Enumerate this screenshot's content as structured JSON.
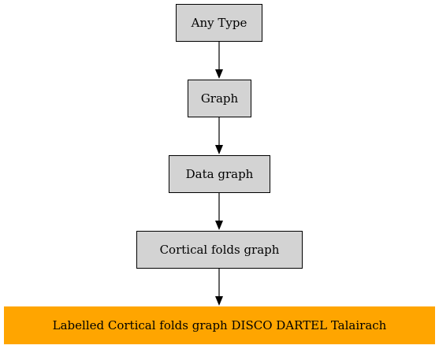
{
  "diagram": {
    "nodes": [
      {
        "id": "any_type",
        "label": "Any Type"
      },
      {
        "id": "graph",
        "label": "Graph"
      },
      {
        "id": "data_graph",
        "label": "Data graph"
      },
      {
        "id": "cortical_folds_graph",
        "label": "Cortical folds graph"
      },
      {
        "id": "labelled_cortical_folds_graph",
        "label": "Labelled Cortical folds graph DISCO DARTEL Talairach"
      }
    ],
    "edges": [
      {
        "from": "any_type",
        "to": "graph"
      },
      {
        "from": "graph",
        "to": "data_graph"
      },
      {
        "from": "data_graph",
        "to": "cortical_folds_graph"
      },
      {
        "from": "cortical_folds_graph",
        "to": "labelled_cortical_folds_graph"
      }
    ],
    "colors": {
      "node_fill": "#d3d3d3",
      "highlight_fill": "#ffa500",
      "edge": "#000000"
    }
  }
}
